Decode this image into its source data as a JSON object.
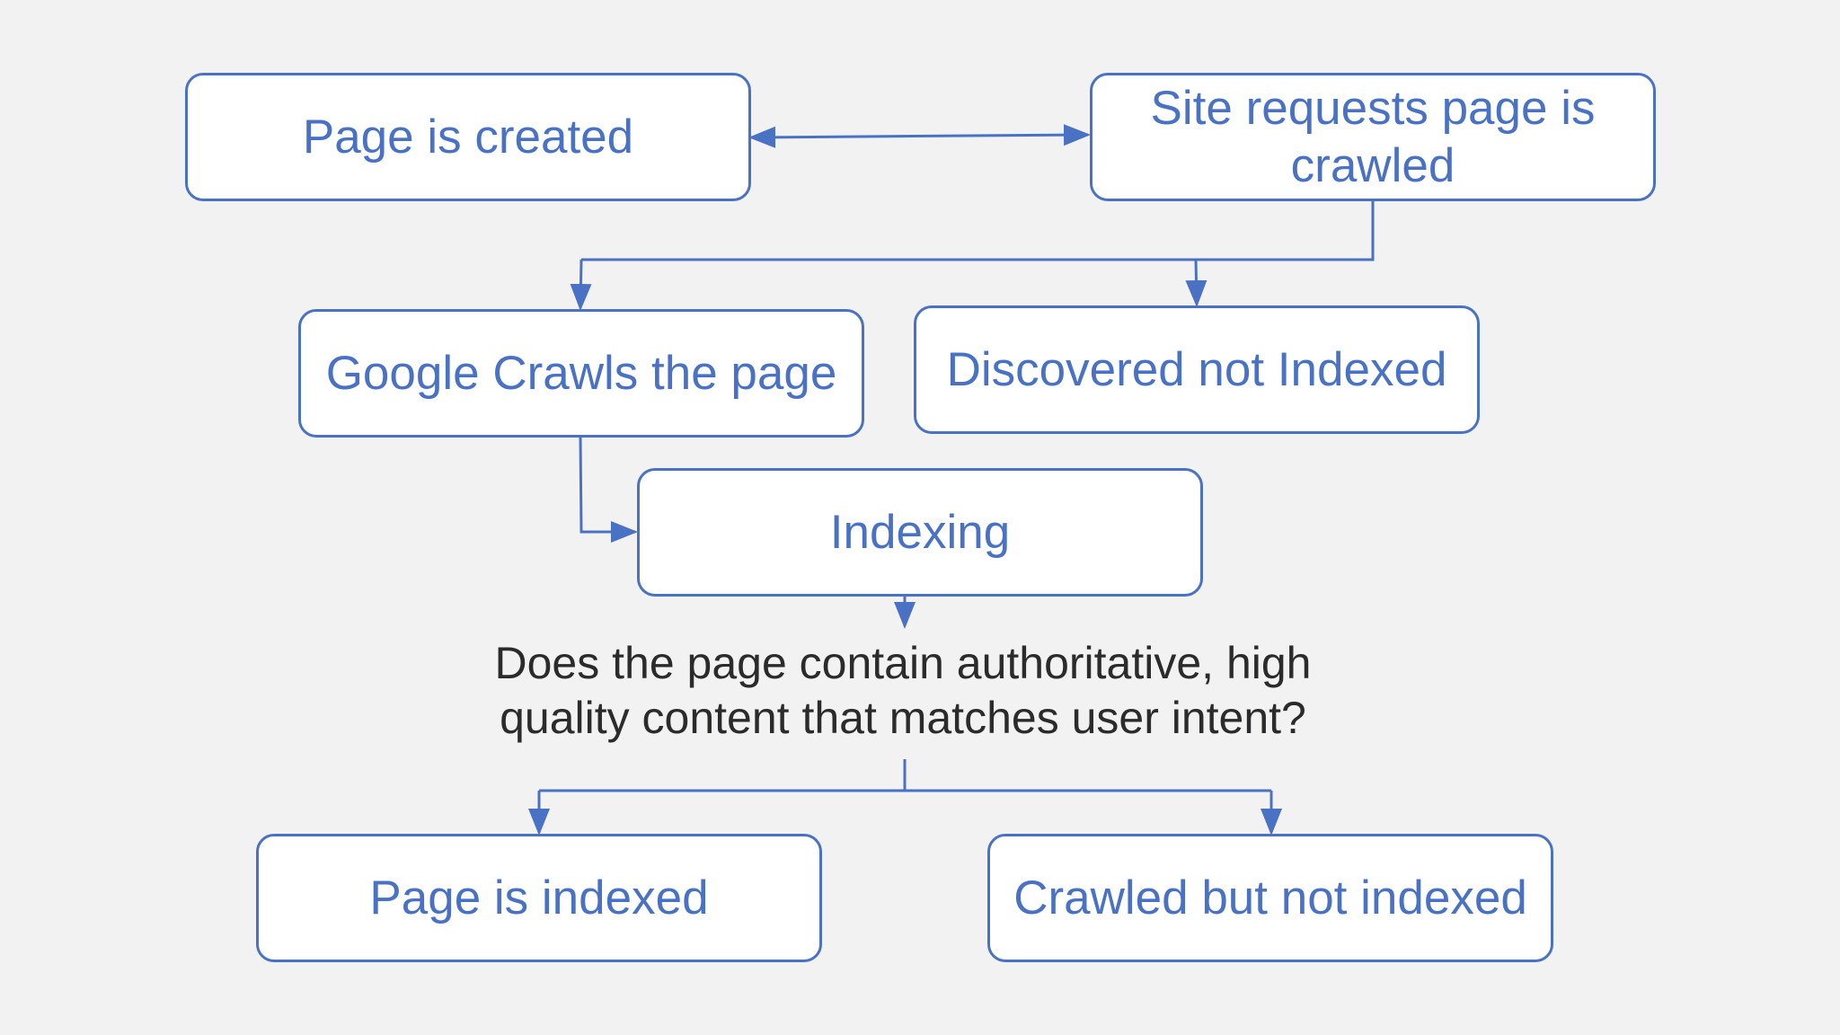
{
  "nodes": {
    "page_created": "Page is created",
    "site_requests_line1": "Site requests page is",
    "site_requests_line2": "crawled",
    "google_crawls": "Google Crawls the page",
    "discovered_not_indexed": "Discovered not Indexed",
    "indexing": "Indexing",
    "page_indexed": "Page is indexed",
    "crawled_not_indexed": "Crawled but not indexed"
  },
  "question": {
    "line1": "Does the page contain authoritative, high",
    "line2": "quality content that matches user intent?"
  },
  "colors": {
    "accent": "#4a72c4",
    "background": "#f2f2f3",
    "question_text": "#2b2b2b"
  }
}
